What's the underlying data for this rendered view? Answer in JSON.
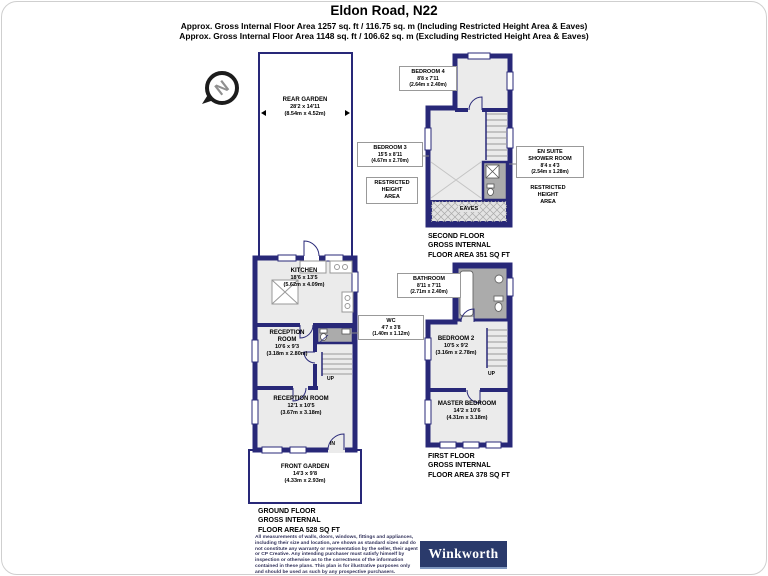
{
  "header": {
    "title": "Eldon Road, N22",
    "line1": "Approx. Gross Internal Floor Area 1257 sq. ft / 116.75 sq. m (Including Restricted Height Area & Eaves)",
    "line2": "Approx. Gross Internal Floor Area 1148 sq. ft / 106.62 sq. m (Excluding Restricted Height Area & Eaves)"
  },
  "compass": {
    "letter": "N"
  },
  "ground": {
    "rear_garden": {
      "name": "REAR GARDEN",
      "ft": "28'2 x 14'11",
      "m": "(8.54m x 4.52m)"
    },
    "kitchen": {
      "name": "KITCHEN",
      "ft": "18'6 x 13'5",
      "m": "(5.62m x 4.09m)"
    },
    "reception_1": {
      "name": "RECEPTION ROOM",
      "ft": "10'6 x 9'3",
      "m": "(3.18m x 2.80m)"
    },
    "reception_2": {
      "name": "RECEPTION ROOM",
      "ft": "12'1 x 10'5",
      "m": "(3.67m x 3.18m)"
    },
    "wc": {
      "name": "WC",
      "ft": "4'7 x 3'8",
      "m": "(1.40m x 1.12m)"
    },
    "front_garden": {
      "name": "FRONT GARDEN",
      "ft": "14'3 x 9'8",
      "m": "(4.33m x 2.93m)"
    },
    "up": "UP",
    "in": "IN",
    "caption": {
      "l1": "GROUND FLOOR",
      "l2": "GROSS INTERNAL",
      "l3": "FLOOR AREA 528 SQ FT"
    }
  },
  "second": {
    "bedroom_4": {
      "name": "BEDROOM 4",
      "ft": "8'8 x 7'11",
      "m": "(2.64m x 2.40m)"
    },
    "bedroom_3": {
      "name": "BEDROOM 3",
      "ft": "15'5 x 8'11",
      "m": "(4.67m x 2.70m)"
    },
    "en_suite": {
      "name1": "EN SUITE",
      "name2": "SHOWER ROOM",
      "ft": "8'4 x 4'3",
      "m": "(2.54m x 1.28m)"
    },
    "restricted": {
      "l1": "RESTRICTED",
      "l2": "HEIGHT",
      "l3": "AREA"
    },
    "eaves": "EAVES",
    "caption": {
      "l1": "SECOND FLOOR",
      "l2": "GROSS INTERNAL",
      "l3": "FLOOR AREA 351 SQ FT"
    }
  },
  "first": {
    "bathroom": {
      "name": "BATHROOM",
      "ft": "8'11 x 7'11",
      "m": "(2.71m x 2.40m)"
    },
    "bedroom_2": {
      "name": "BEDROOM 2",
      "ft": "10'5 x 9'2",
      "m": "(3.16m x 2.78m)"
    },
    "master": {
      "name": "MASTER BEDROOM",
      "ft": "14'2 x 10'6",
      "m": "(4.31m x 3.18m)"
    },
    "up": "UP",
    "caption": {
      "l1": "FIRST FLOOR",
      "l2": "GROSS INTERNAL",
      "l3": "FLOOR AREA 378 SQ FT"
    }
  },
  "footer": {
    "disclaimer": "All measurements of walls, doors, windows, fittings and appliances, including their size and location, are shown as standard sizes and do not constitute any warranty or representation by the seller, their agent or CP Creative. Any intending purchaser must satisfy himself by inspection or otherwise as to the correctness of the information contained in these plans. This plan is for illustrative purposes only and should be used as such by any prospective purchasers.",
    "brand": "Winkworth"
  },
  "colors": {
    "wall": "#282878",
    "floor": "#ebebeb",
    "shaded": "#ababab",
    "brand_navy": "#2a3a6b"
  }
}
